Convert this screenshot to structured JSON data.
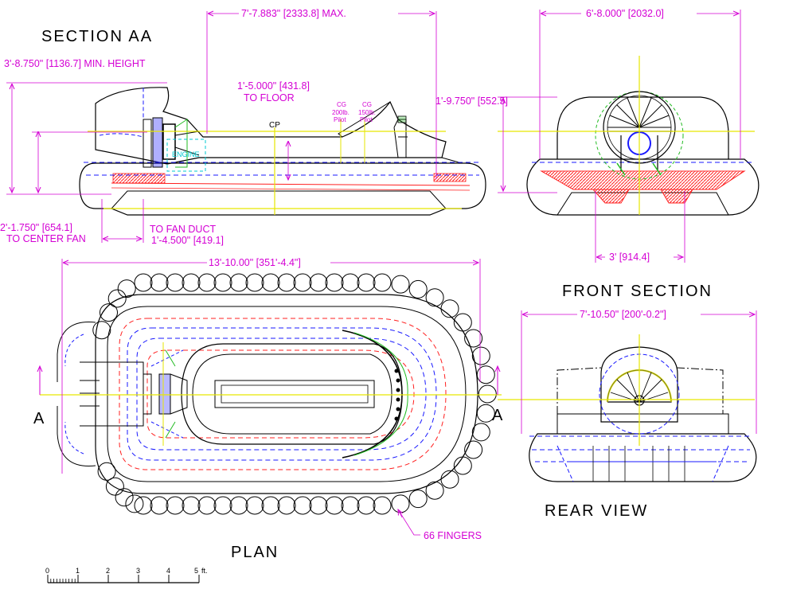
{
  "titles": {
    "section_aa": "SECTION AA",
    "front_section": "FRONT SECTION",
    "plan": "PLAN",
    "rear_view": "REAR VIEW"
  },
  "dimensions": {
    "max_length": "7'-7.883\" [2333.8] MAX.",
    "min_height": "3'-8.750\" [1136.7] MIN. HEIGHT",
    "to_floor_1": "1'-5.000\" [431.8]",
    "to_floor_2": "TO FLOOR",
    "height_right": "1'-9.750\" [552.5]",
    "center_fan_1": "2'-1.750\" [654.1]",
    "center_fan_2": "TO CENTER FAN",
    "fan_duct_1": "TO FAN DUCT",
    "fan_duct_2": "1'-4.500\" [419.1]",
    "front_width": "6'-8.000\" [2032.0]",
    "front_3ft": "3' [914.4]",
    "plan_length": "13'-10.00\" [351'-4.4\"]",
    "rear_width": "7'-10.50\" [200'-0.2\"]",
    "fingers": "66 FINGERS"
  },
  "labels": {
    "cp": "CP",
    "cg1_a": "CG",
    "cg1_b": "200lb.",
    "cg1_c": "Pilot",
    "cg2_a": "CG",
    "cg2_b": "150lb.",
    "cg2_c": "Pilot",
    "engine": "ENGINE",
    "section_a_left": "A",
    "section_a_right": "A"
  },
  "scale": {
    "ticks": [
      "0",
      "1",
      "2",
      "3",
      "4",
      "5"
    ],
    "unit": "ft."
  },
  "colors": {
    "dimension": "#d400d4",
    "centerline": "#e6e600",
    "hidden": "#1a1aff",
    "hidden_red": "#ff2020",
    "engine": "#00c8d0",
    "green": "#22bb22",
    "ink": "#000000"
  }
}
